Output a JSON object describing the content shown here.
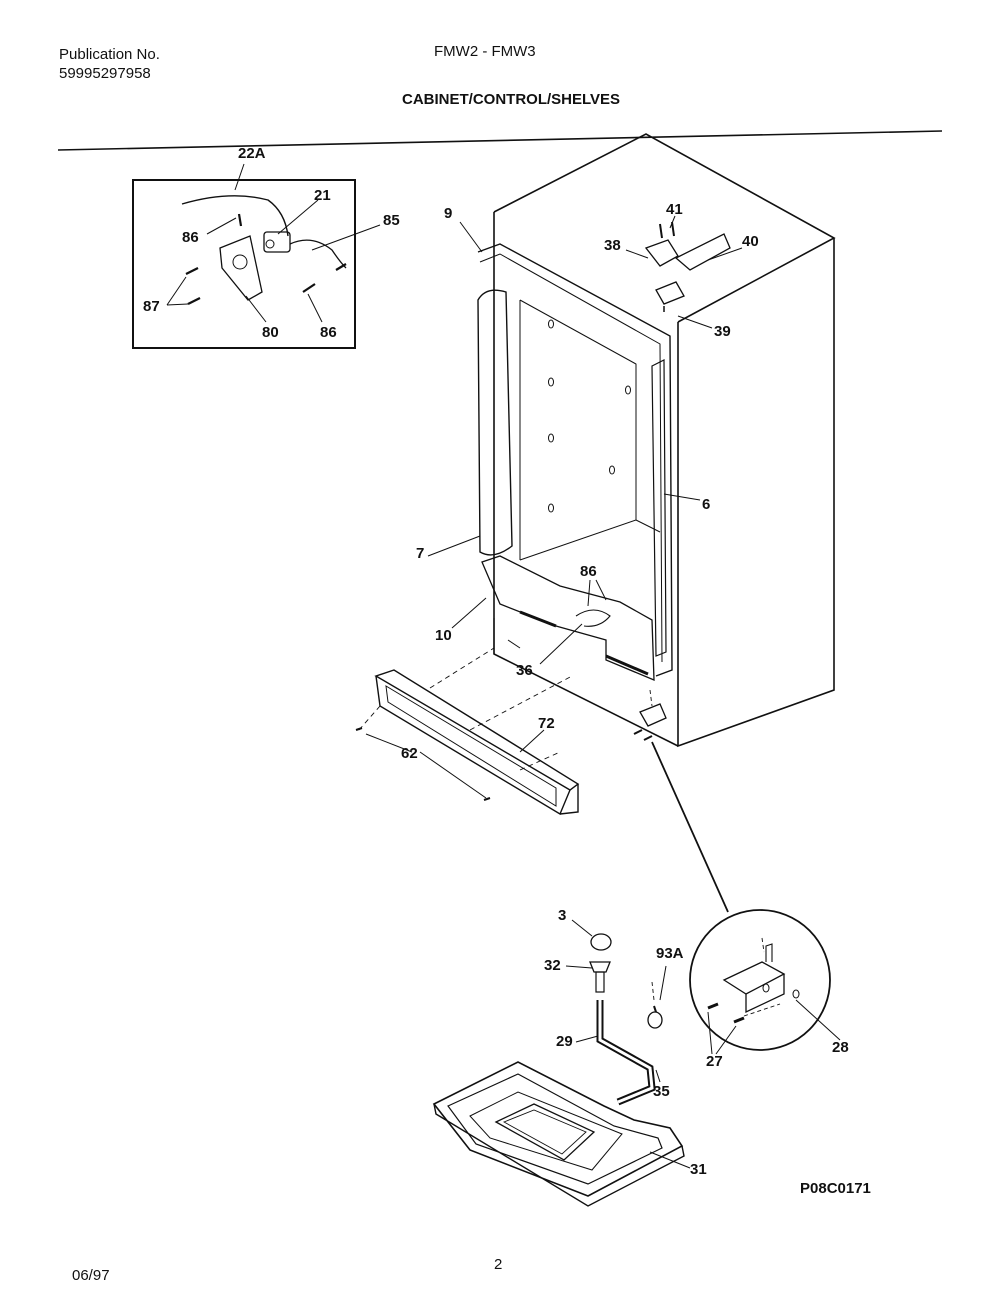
{
  "header": {
    "publication_label": "Publication No.",
    "publication_number": "59995297958",
    "models": "FMW2 - FMW3",
    "section_title": "CABINET/CONTROL/SHELVES"
  },
  "footer": {
    "date": "06/97",
    "page_number": "2",
    "drawing_code": "P08C0171"
  },
  "callouts": {
    "c22A": "22A",
    "c21": "21",
    "c85": "85",
    "c86a": "86",
    "c87": "87",
    "c80": "80",
    "c86b": "86",
    "c9": "9",
    "c41": "41",
    "c38": "38",
    "c40": "40",
    "c39": "39",
    "c6": "6",
    "c7": "7",
    "c86c": "86",
    "c10": "10",
    "c36": "36",
    "c72": "72",
    "c62": "62",
    "c3": "3",
    "c32": "32",
    "c93A": "93A",
    "c29": "29",
    "c35": "35",
    "c31": "31",
    "c27": "27",
    "c28": "28"
  }
}
